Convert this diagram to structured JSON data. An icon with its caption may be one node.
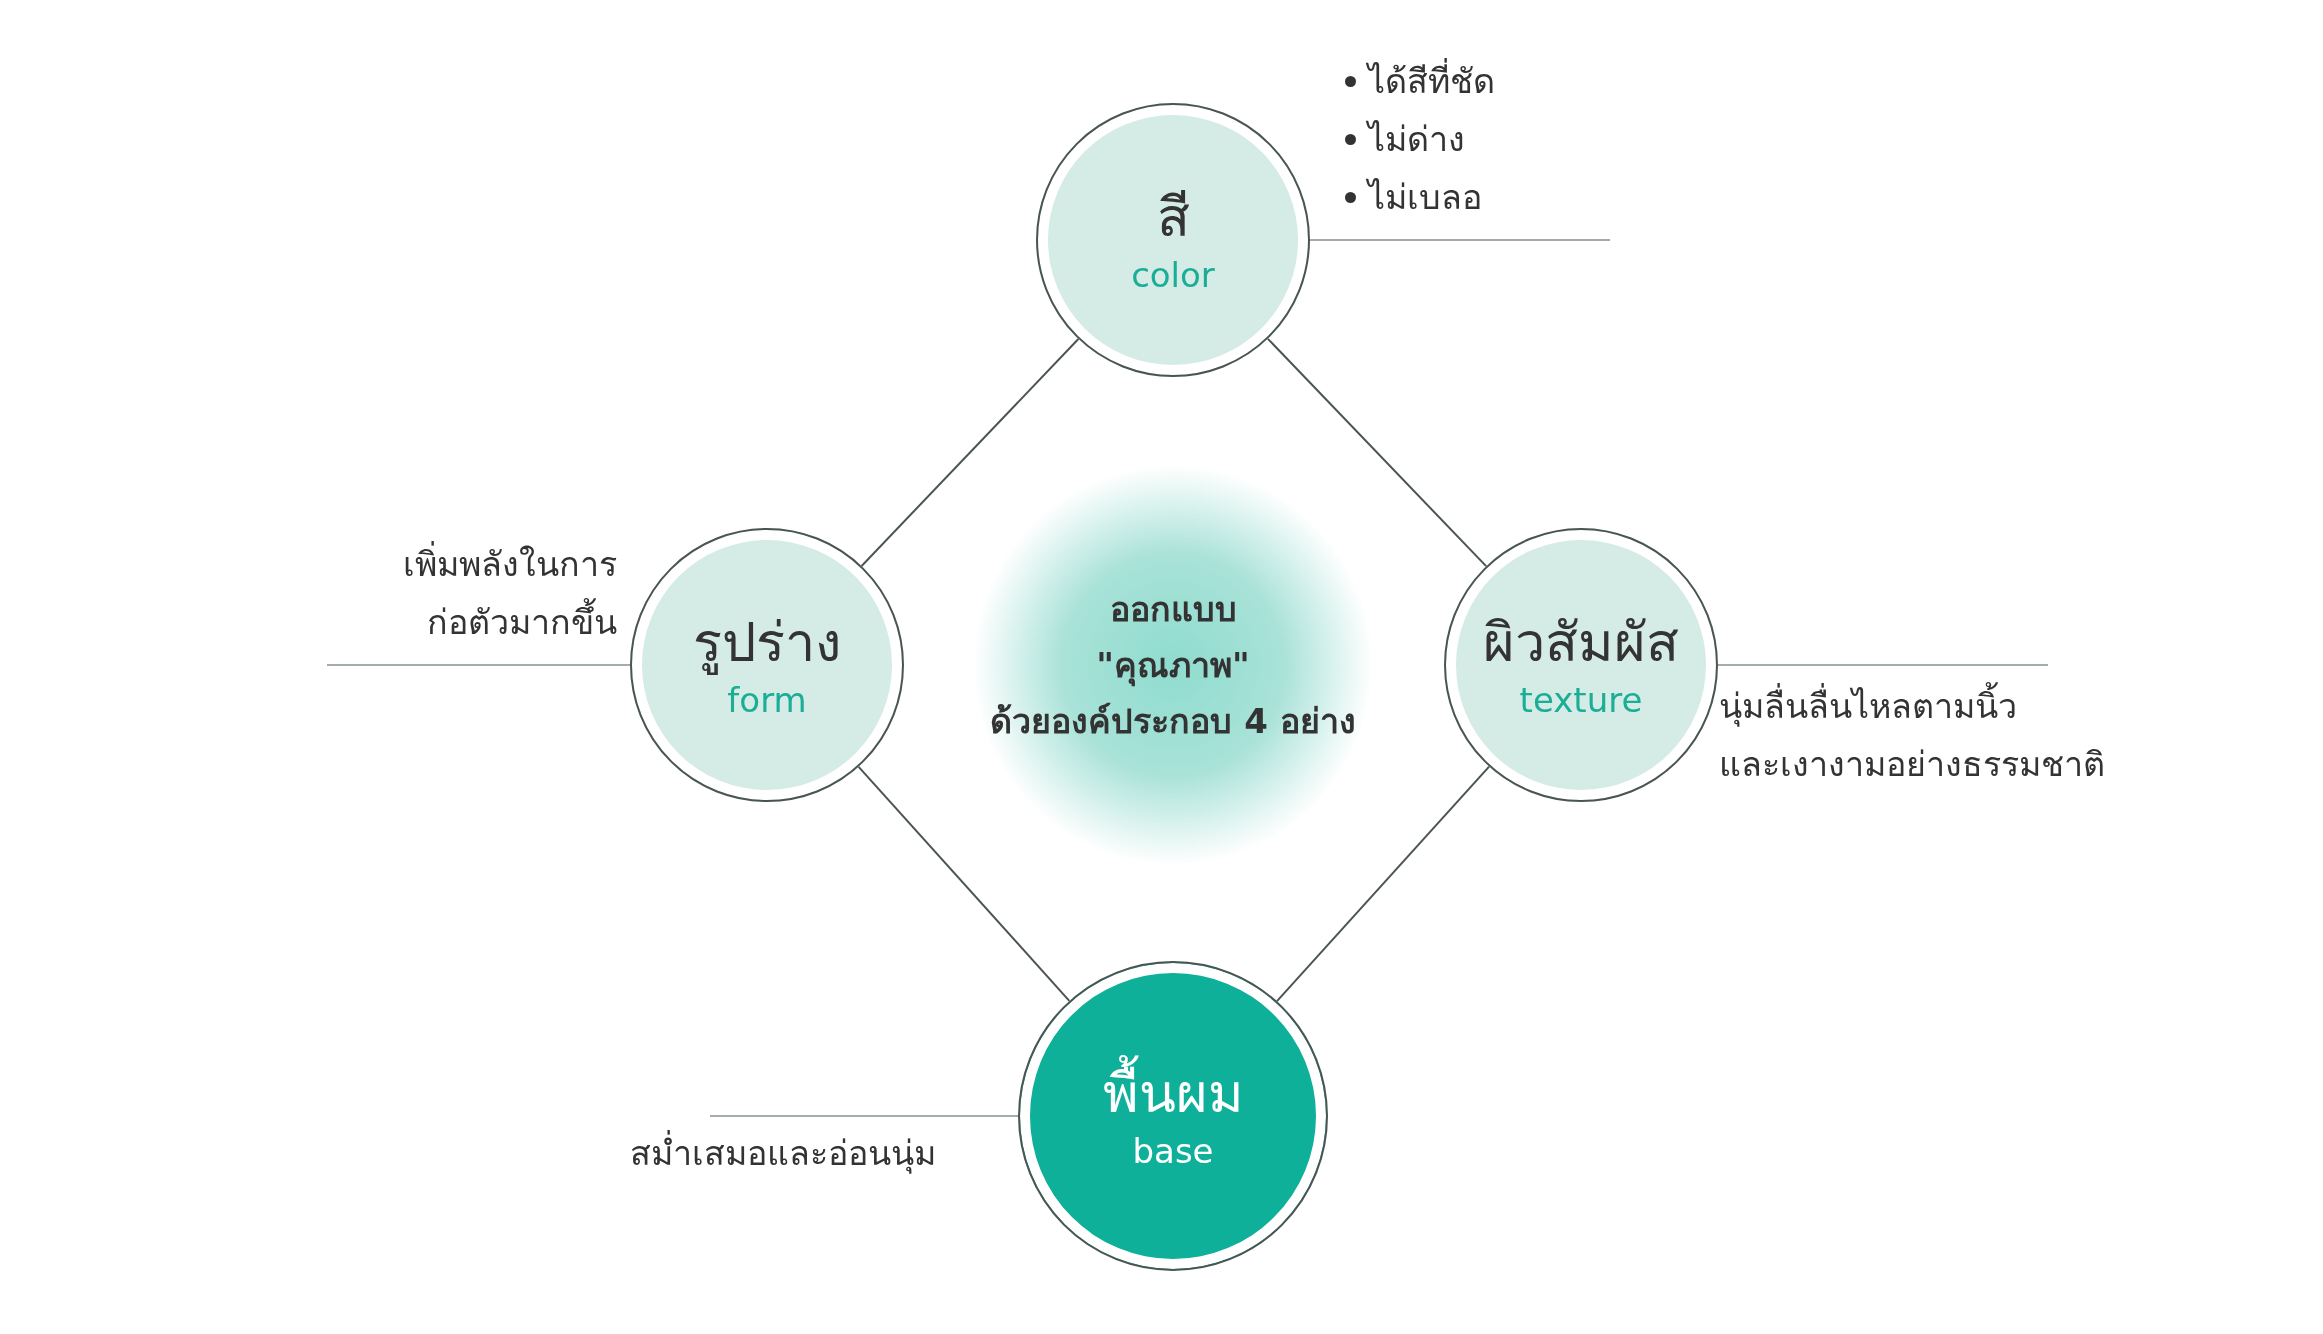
{
  "diagram": {
    "nodes": [
      {
        "text": [
          "ออกแบบ \"คุณภาพ\" ด้วยองค์ประกอบ 4 อย่าง"
        ]
      },
      {
        "text": [
          "สี",
          "color"
        ]
      },
      {
        "text": [
          "รูปร่าง",
          "form"
        ]
      },
      {
        "text": [
          "ผิวสัมผัส",
          "texture"
        ]
      },
      {
        "text": [
          "พื้นผม",
          "base"
        ]
      },
      {
        "text": [
          "ได้สีที่ชัด",
          "ไม่ด่าง",
          "ไม่เบลอ"
        ]
      },
      {
        "text": [
          "เพิ่มพลังในการ ก่อตัวมากขึ้น"
        ]
      },
      {
        "text": [
          "นุ่มลื่นลื่นไหลตามนิ้ว และเงางามอย่างธรรมชาติ"
        ]
      },
      {
        "text": [
          "สม่ำเสมอและอ่อนนุ่ม"
        ]
      }
    ],
    "edges": [
      {
        "from": 1,
        "to": 2,
        "arrow": "none"
      },
      {
        "from": 1,
        "to": 3,
        "arrow": "none"
      },
      {
        "from": 2,
        "to": 4,
        "arrow": "none"
      },
      {
        "from": 3,
        "to": 4,
        "arrow": "none"
      },
      {
        "from": 1,
        "to": 5,
        "arrow": "none",
        "color": "#a3adab"
      },
      {
        "from": 2,
        "to": 6,
        "arrow": "none",
        "color": "#a3adab"
      },
      {
        "from": 3,
        "to": 7,
        "arrow": "none",
        "color": "#a3adab"
      },
      {
        "from": 4,
        "to": 8,
        "arrow": "none",
        "color": "#a3adab"
      }
    ]
  }
}
